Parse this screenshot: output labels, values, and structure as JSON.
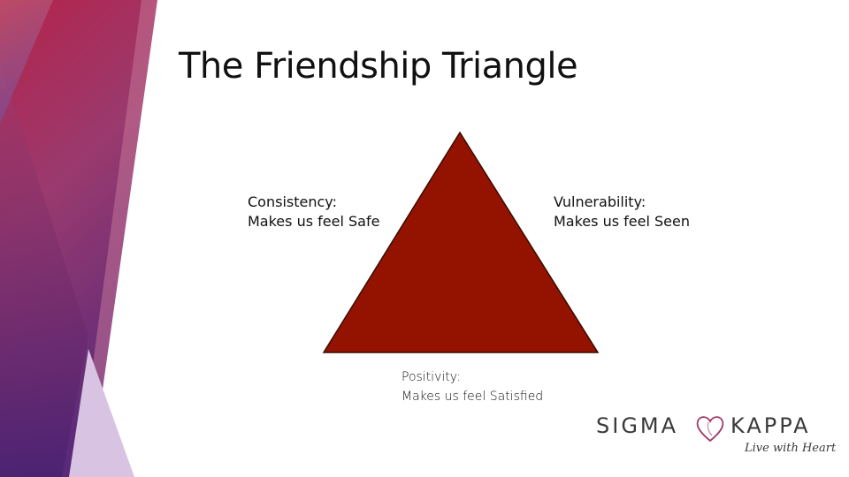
{
  "slide": {
    "title": "The Friendship Triangle"
  },
  "diagram": {
    "left_label": {
      "line1": "Consistency:",
      "line2": "Makes us feel Safe"
    },
    "right_label": {
      "line1": "Vulnerability:",
      "line2": "Makes us feel Seen"
    },
    "bottom_label": {
      "line1": "Positivity:",
      "line2": "Makes us feel Satisfied"
    },
    "triangle_color": "#941300"
  },
  "logo": {
    "word1": "SIGMA",
    "word2": "KAPPA",
    "tagline": "Live with Heart",
    "heart_color": "#a23a6a"
  },
  "colors": {
    "accent_crimson": "#b4234a",
    "accent_purple": "#5a2a7a",
    "accent_lavender": "#d8c4e2"
  }
}
